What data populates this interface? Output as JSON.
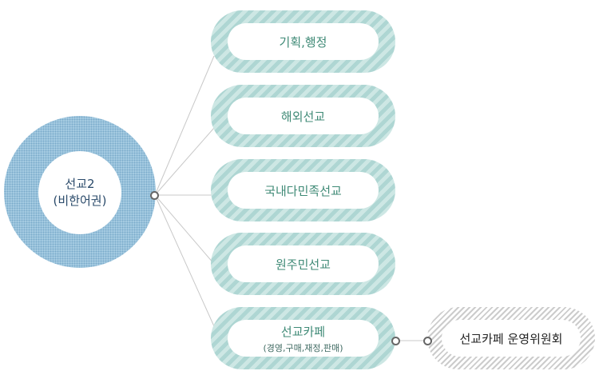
{
  "hub": {
    "line1": "선교2",
    "line2": "(비한어권)"
  },
  "nodes": [
    {
      "label": "기획,행정"
    },
    {
      "label": "해외선교"
    },
    {
      "label": "국내다민족선교"
    },
    {
      "label": "원주민선교"
    },
    {
      "label": "선교카페",
      "sub": "(경영,구매,재정,판매)"
    }
  ],
  "committee": {
    "label": "선교카페 운영위원회"
  },
  "colors": {
    "hub_ring": "#a6cce2",
    "node_ring": "#aed6d3",
    "node_text": "#3f8a76",
    "hub_text": "#2a4a6a",
    "connector": "#c8c8c8"
  }
}
